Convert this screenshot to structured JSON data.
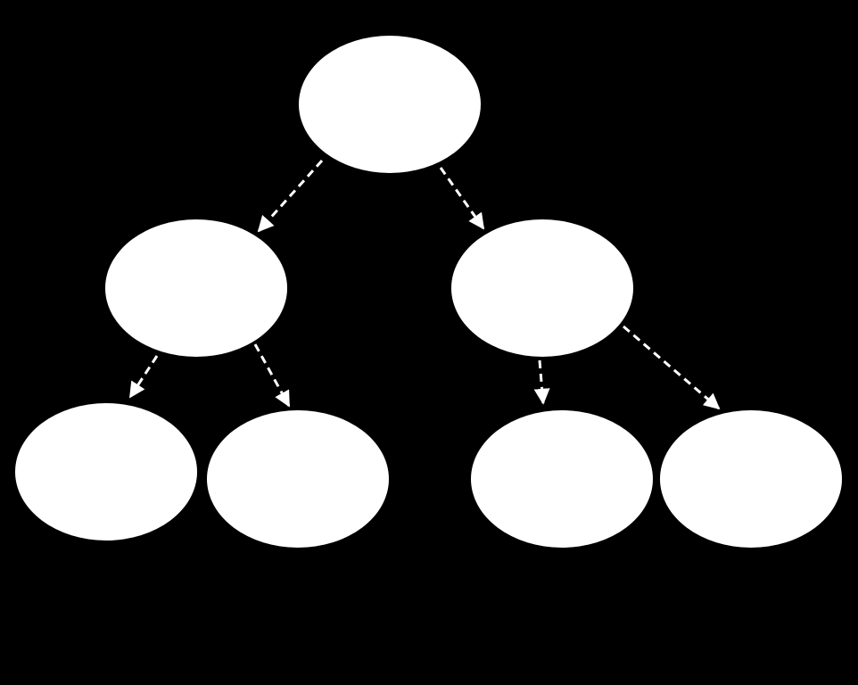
{
  "diagram": {
    "type": "tree",
    "background_color": "#000000",
    "node_color": "#ffffff",
    "edge_color": "#ffffff",
    "edge_style": "dashed",
    "nodes": [
      {
        "id": "root",
        "label": ""
      },
      {
        "id": "left",
        "label": ""
      },
      {
        "id": "right",
        "label": ""
      },
      {
        "id": "left-left",
        "label": ""
      },
      {
        "id": "left-right",
        "label": ""
      },
      {
        "id": "right-left",
        "label": ""
      },
      {
        "id": "right-right",
        "label": ""
      }
    ],
    "edges": [
      {
        "from": "root",
        "to": "left"
      },
      {
        "from": "root",
        "to": "right"
      },
      {
        "from": "left",
        "to": "left-left"
      },
      {
        "from": "left",
        "to": "left-right"
      },
      {
        "from": "right",
        "to": "right-left"
      },
      {
        "from": "right",
        "to": "right-right"
      }
    ]
  }
}
